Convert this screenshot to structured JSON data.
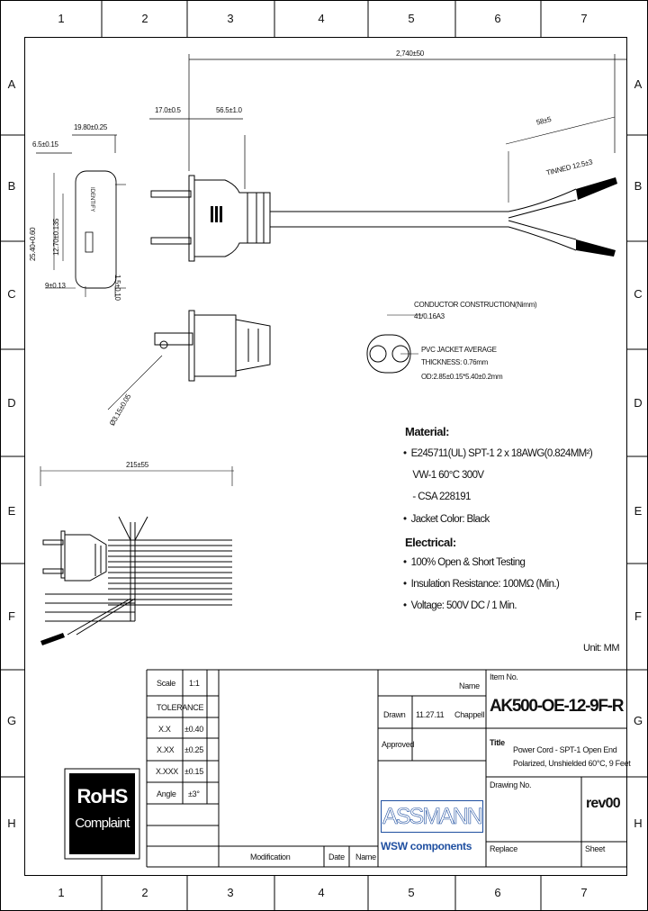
{
  "frame": {
    "columns": [
      "1",
      "2",
      "3",
      "4",
      "5",
      "6",
      "7"
    ],
    "rows": [
      "A",
      "B",
      "C",
      "D",
      "E",
      "F",
      "G",
      "H"
    ]
  },
  "dims": {
    "overall_length": "2,740±50",
    "plug_width": "17.0±0.5",
    "boot_length": "56.5±1.0",
    "strip_length": "58±5",
    "tinned_length": "TINNED 12.5±3",
    "plug_height": "19.80±0.25",
    "pin_offset": "6.5±0.15",
    "pin_spacing": "25.40+0.60",
    "pin_inner": "12.70±0.135",
    "pin_thickness": "1.5±0.10",
    "bottom_width": "9±0.13",
    "pin_hole": "Ø3.15±0.05",
    "coil_length": "215±55"
  },
  "plug_text": "IDENTIFY",
  "conductor": {
    "construction_label": "CONDUCTOR CONSTRUCTION(Nimm)",
    "construction_value": "41/0.16A3",
    "jacket_label": "PVC JACKET AVERAGE",
    "jacket_thickness": "THICKNESS: 0.76mm",
    "od": "OD:2.85±0.15*5.40±0.2mm"
  },
  "material": {
    "heading": "Material:",
    "items": [
      "•  E245711(UL) SPT-1 2 x 18AWG(0.824MM²)",
      "    VW-1 60°C 300V",
      "    - CSA 228191",
      "•  Jacket Color: Black"
    ]
  },
  "electrical": {
    "heading": "Electrical:",
    "items": [
      "•  100% Open & Short Testing",
      "•  Insulation Resistance: 100MΩ (Min.)",
      "•  Voltage: 500V DC / 1 Min."
    ]
  },
  "unit": "Unit: MM",
  "rohs": {
    "line1": "RoHS",
    "line2": "Complaint"
  },
  "titleblock": {
    "scale_label": "Scale",
    "scale_value": "1:1",
    "tolerance_label": "TOLERANCE",
    "tolerances": [
      {
        "k": "X.X",
        "v": "±0.40"
      },
      {
        "k": "X.XX",
        "v": "±0.25"
      },
      {
        "k": "X.XXX",
        "v": "±0.15"
      },
      {
        "k": "Angle",
        "v": "±3°"
      }
    ],
    "name_label": "Name",
    "drawn_label": "Drawn",
    "drawn_date": "11.27.11",
    "drawn_name": "Chappell",
    "approved_label": "Approved",
    "modification_label": "Modification",
    "date_label": "Date",
    "name2_label": "Name",
    "item_no_label": "Item No.",
    "item_no": "AK500-OE-12-9F-R",
    "title_label": "Title",
    "title_lines": [
      "Power Cord - SPT-1 Open End",
      "Polarized, Unshielded 60°C, 9 Feet"
    ],
    "drawing_no_label": "Drawing No.",
    "rev": "rev00",
    "replace_label": "Replace",
    "sheet_label": "Sheet"
  },
  "logo": {
    "brand": "ASSMANN",
    "sub": "WSW components"
  }
}
